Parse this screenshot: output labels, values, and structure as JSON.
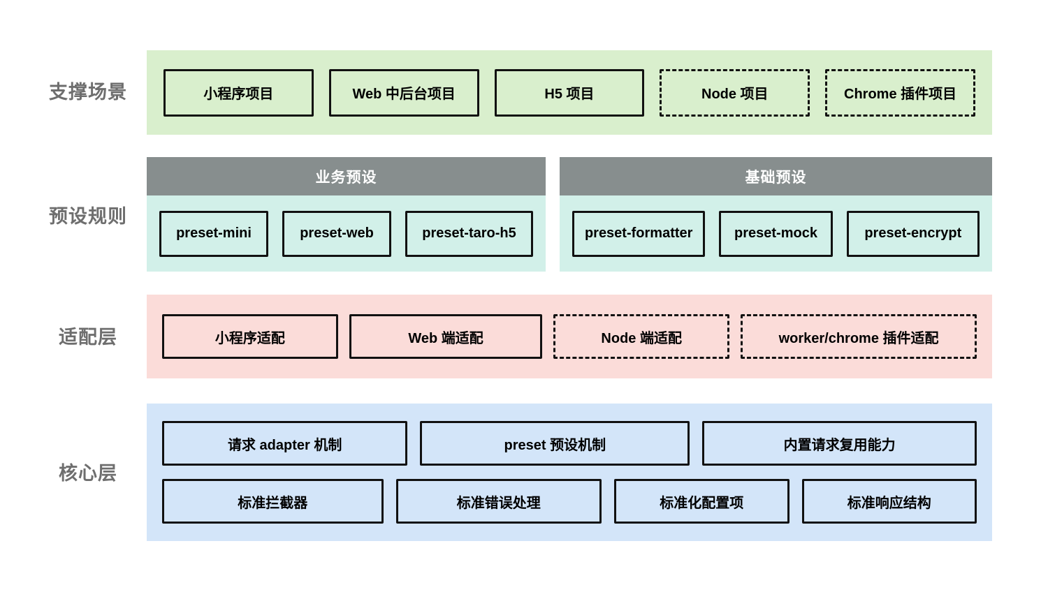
{
  "scenario_layer": {
    "label": "支撑场景",
    "boxes": [
      "小程序项目",
      "Web 中后台项目",
      "H5 项目",
      "Node 项目",
      "Chrome 插件项目"
    ]
  },
  "preset_layer": {
    "label": "预设规则",
    "business": {
      "header": "业务预设",
      "boxes": [
        "preset-mini",
        "preset-web",
        "preset-taro-h5"
      ]
    },
    "basic": {
      "header": "基础预设",
      "boxes": [
        "preset-formatter",
        "preset-mock",
        "preset-encrypt"
      ]
    }
  },
  "adapter_layer": {
    "label": "适配层",
    "boxes": [
      "小程序适配",
      "Web 端适配",
      "Node 端适配",
      "worker/chrome 插件适配"
    ]
  },
  "core_layer": {
    "label": "核心层",
    "row1": [
      "请求 adapter 机制",
      "preset 预设机制",
      "内置请求复用能力"
    ],
    "row2": [
      "标准拦截器",
      "标准错误处理",
      "标准化配置项",
      "标准响应结构"
    ]
  },
  "colors": {
    "scenario_bg": "#d9efcd",
    "preset_bg": "#d2f0e9",
    "preset_header_bg": "#878e8e",
    "adapter_bg": "#fbdcd9",
    "core_bg": "#d3e5f9",
    "box_border": "#111111",
    "label_text": "#6e6e6e",
    "header_text": "#ffffff"
  }
}
